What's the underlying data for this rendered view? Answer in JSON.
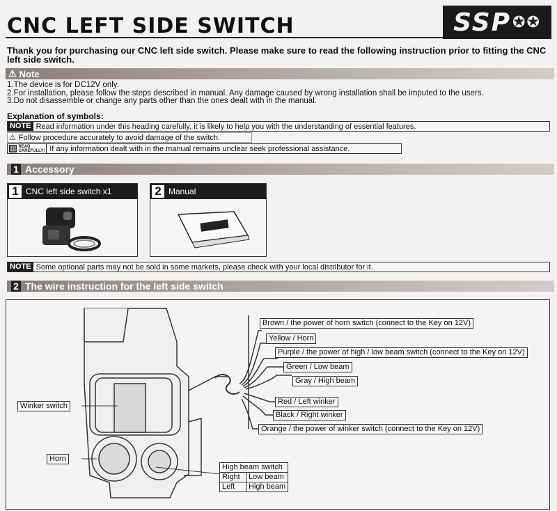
{
  "title": "CNC LEFT SIDE SWITCH",
  "brand_logo": "SSP",
  "intro": "Thank you for purchasing our CNC left side switch. Please make sure to read the following instruction prior to fitting the CNC left side switch.",
  "note_section": {
    "heading": "Note",
    "items": [
      "1.The device is  for DC12V only.",
      "2.For installation, please follow the steps described in manual. Any damage caused by wrong installation shall be imputed to the users.",
      "3.Do not disassemble or change any parts other than the ones dealt with in the manual."
    ]
  },
  "symbols": {
    "heading": "Explanation of symbols:",
    "note_tag": "NOTE",
    "note_text": "Read information under this heading carefully, it is likely to help you with the understanding of essential features.",
    "warning_text": "Follow procedure accurately to avoid damage of the switch.",
    "read_tag_line1": "READ",
    "read_tag_line2": "CAREFULLY!",
    "read_text": "If any information dealt with in the manual remains unclear seek professional assistance."
  },
  "accessory": {
    "number": "1",
    "heading": "Accessory",
    "items": [
      {
        "number": "1",
        "label": "CNC left side switch x1"
      },
      {
        "number": "2",
        "label": "Manual"
      }
    ],
    "note_tag": "NOTE",
    "note_text": "Some optional parts may not be sold in some markets, please check with your local distributor for it."
  },
  "wire_section": {
    "number": "2",
    "heading": "The wire instruction for the left side switch",
    "wires": [
      "Brown / the power of horn switch (connect to the Key on 12V)",
      "Yellow / Horn",
      "Purple / the power of high / low beam switch (connect to the Key on 12V)",
      "Green / Low beam",
      "Gray / High beam",
      "Red / Left winker",
      "Black / Right winker",
      "Orange / the power of winker switch (connect to the Key on 12V)"
    ],
    "switch_labels": {
      "winker": "Winker switch",
      "horn": "Horn"
    },
    "beam_table": {
      "title": "High beam switch",
      "rows": [
        {
          "pos": "Right",
          "value": "Low beam"
        },
        {
          "pos": "Left",
          "value": "High beam"
        }
      ]
    }
  }
}
